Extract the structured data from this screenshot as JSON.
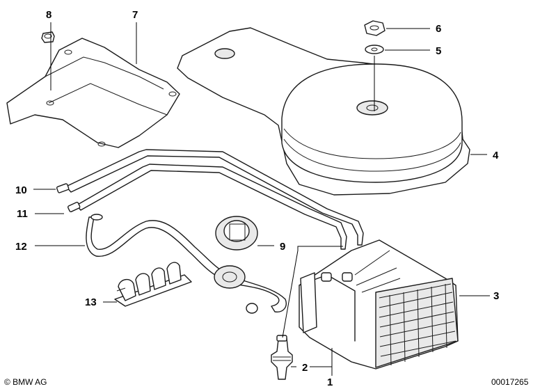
{
  "callouts": [
    "1",
    "2",
    "3",
    "4",
    "5",
    "6",
    "7",
    "8",
    "9",
    "10",
    "11",
    "12",
    "13"
  ],
  "copyright": "© BMW AG",
  "diagram_id": "00017265"
}
